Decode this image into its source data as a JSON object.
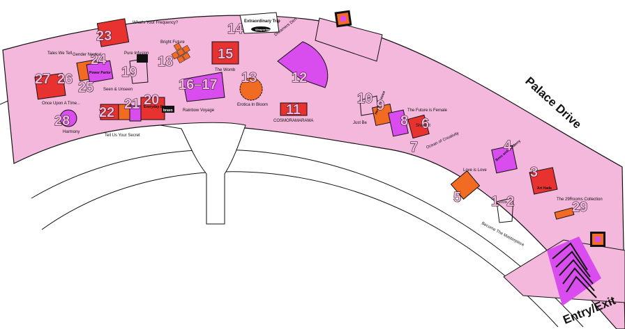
{
  "colors": {
    "floor": "#f3b8dc",
    "red": "#e8322f",
    "orange": "#f26b23",
    "purple": "#d94dee",
    "outline": "#111111"
  },
  "streets": {
    "palace_drive": "Palace Drive",
    "entry_exit": "Entry/Exit"
  },
  "rooms": [
    {
      "id": "27",
      "num": "27",
      "label": "Once Upon A Time..."
    },
    {
      "id": "26",
      "num": "26",
      "label": "Tales We Tell"
    },
    {
      "id": "25",
      "num": "25",
      "label": "Gender Neutral"
    },
    {
      "id": "24",
      "num": "24",
      "label": "Power Parlor"
    },
    {
      "id": "23",
      "num": "23",
      "label": "What's Your Frequency?"
    },
    {
      "id": "19",
      "num": "19",
      "label": "Pure Infusion"
    },
    {
      "id": "18",
      "num": "18",
      "label": "Bright Future"
    },
    {
      "id": "14",
      "num": "14",
      "label": "Extraordinary Trip"
    },
    {
      "id": "15",
      "num": "15",
      "label": "The Womb"
    },
    {
      "id": "16-17",
      "num": "16–17",
      "label": "Rainbow Voyage"
    },
    {
      "id": "13",
      "num": "13",
      "label": "Erotica In Bloom"
    },
    {
      "id": "12",
      "num": "12",
      "label": "Dreamers Den"
    },
    {
      "id": "11",
      "num": "11",
      "label": "COSMORAMARAMA"
    },
    {
      "id": "28",
      "num": "28",
      "label": "Harmony"
    },
    {
      "id": "22",
      "num": "22",
      "label": "Tell Us Your Secret"
    },
    {
      "id": "21",
      "num": "21",
      "label": "Seen & Unseen"
    },
    {
      "id": "20",
      "num": "20",
      "label": "Everyday Escape"
    },
    {
      "id": "10",
      "num": "10",
      "label": "Just Be"
    },
    {
      "id": "9",
      "num": "9",
      "label": "Hear Our Voice"
    },
    {
      "id": "8",
      "num": "8",
      "label": "The Future is Female"
    },
    {
      "id": "7",
      "num": "7",
      "label": "Ocean of Creativity"
    },
    {
      "id": "6",
      "num": "6",
      "label": "Shred It"
    },
    {
      "id": "5",
      "num": "5",
      "label": "Love is Love"
    },
    {
      "id": "4",
      "num": "4",
      "label": "Bees and Be Merry"
    },
    {
      "id": "3",
      "num": "3",
      "label": "Art Hada"
    },
    {
      "id": "1-2",
      "num": "1–2",
      "label": "Become The Masterpiece"
    },
    {
      "id": "29",
      "num": "29",
      "label": "The 29Rooms Collection"
    }
  ],
  "sponsors": {
    "room14_badge": "Weaporiban",
    "room20_badge": "bravo"
  }
}
